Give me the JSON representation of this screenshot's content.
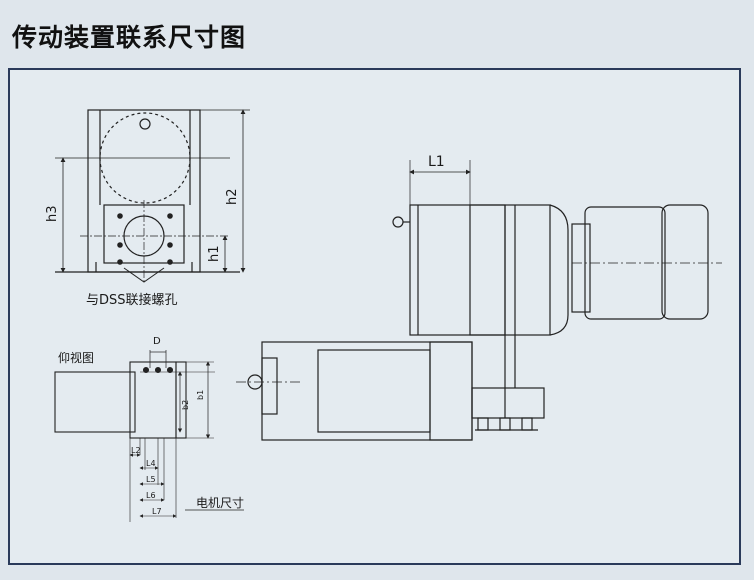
{
  "title": "传动装置联系尺寸图",
  "front_view": {
    "h1": "h1",
    "h2": "h2",
    "h3": "h3",
    "dss_note": "与DSS联接螺孔"
  },
  "bottom_view": {
    "view_label": "仰视图",
    "d": "D",
    "b1": "b1",
    "b2": "b2",
    "l2": "L2",
    "l4": "L4",
    "l5": "L5",
    "l6": "L6",
    "l7": "L7",
    "motor_note": "电机尺寸"
  },
  "side_view": {
    "l1": "L1"
  }
}
